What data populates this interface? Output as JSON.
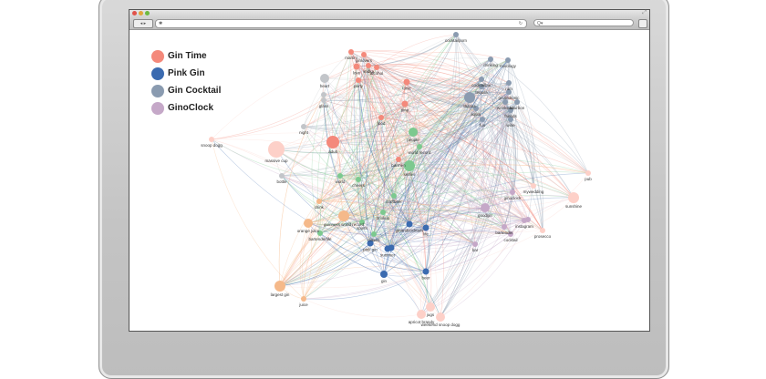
{
  "browser": {
    "url": "",
    "search_placeholder": "Q▾",
    "reload_icon": "reload-icon"
  },
  "legend": [
    {
      "label": "Gin Time",
      "color": "#f4897b"
    },
    {
      "label": "Pink Gin",
      "color": "#3b6bb0"
    },
    {
      "label": "Gin Cocktail",
      "color": "#8a9bb0"
    },
    {
      "label": "GinoClock",
      "color": "#c5a8c8"
    }
  ],
  "group_colors": {
    "gintime": "#f4897b",
    "pinkgin": "#3b6bb0",
    "cocktail": "#8a9bb0",
    "ginoclock": "#c5a8c8",
    "gray": "#c2c5c9",
    "green": "#7cc98f",
    "orange": "#f5b98a",
    "lightpink": "#fdd0c8"
  },
  "nodes": [
    {
      "label": "martini",
      "group": "gintime"
    },
    {
      "label": "ginlovers",
      "group": "gintime"
    },
    {
      "label": "love",
      "group": "gintime"
    },
    {
      "label": "vodka",
      "group": "gintime"
    },
    {
      "label": "alcohol",
      "group": "gintime"
    },
    {
      "label": "tonic",
      "group": "gintime"
    },
    {
      "label": "party",
      "group": "gintime"
    },
    {
      "label": "time",
      "group": "gintime"
    },
    {
      "label": "food",
      "group": "gintime"
    },
    {
      "label": "adult",
      "group": "gintime"
    },
    {
      "label": "barmen",
      "group": "gintime"
    },
    {
      "label": "cocktailporn",
      "group": "cocktail"
    },
    {
      "label": "drinking",
      "group": "cocktail"
    },
    {
      "label": "mixology",
      "group": "cocktail"
    },
    {
      "label": "cocktailbar",
      "group": "cocktail"
    },
    {
      "label": "tequila",
      "group": "cocktail"
    },
    {
      "label": "thanks",
      "group": "cocktail"
    },
    {
      "label": "liquor",
      "group": "cocktail"
    },
    {
      "label": "fun",
      "group": "cocktail"
    },
    {
      "label": "rum",
      "group": "cocktail"
    },
    {
      "label": "ginandtonic",
      "group": "cocktail"
    },
    {
      "label": "weekend",
      "group": "cocktail"
    },
    {
      "label": "bourbon",
      "group": "cocktail"
    },
    {
      "label": "friends",
      "group": "cocktail"
    },
    {
      "label": "wine",
      "group": "cocktail"
    },
    {
      "label": "heart",
      "group": "gray"
    },
    {
      "label": "",
      "group": "gray"
    },
    {
      "label": "glass",
      "group": "gray"
    },
    {
      "label": "night",
      "group": "gray"
    },
    {
      "label": "bottle",
      "group": "gray"
    },
    {
      "label": "people",
      "group": "green"
    },
    {
      "label": "world record",
      "group": "green"
    },
    {
      "label": "selfies",
      "group": "green"
    },
    {
      "label": "world",
      "group": "green"
    },
    {
      "label": "cheers",
      "group": "green"
    },
    {
      "label": "craftbeer",
      "group": "green"
    },
    {
      "label": "drinkup",
      "group": "green"
    },
    {
      "label": "spirits",
      "group": "green"
    },
    {
      "label": "bartenderlife",
      "group": "green"
    },
    {
      "label": "classic",
      "group": "green"
    },
    {
      "label": "drink",
      "group": "orange"
    },
    {
      "label": "orange juice",
      "group": "orange"
    },
    {
      "label": "guinness world record",
      "group": "orange"
    },
    {
      "label": "largest gin",
      "group": "orange"
    },
    {
      "label": "juice",
      "group": "orange"
    },
    {
      "label": "pink gin",
      "group": "pinkgin"
    },
    {
      "label": "ginandcocktails",
      "group": "pinkgin"
    },
    {
      "label": "life",
      "group": "pinkgin"
    },
    {
      "label": "summer",
      "group": "pinkgin"
    },
    {
      "label": "",
      "group": "pinkgin"
    },
    {
      "label": "gin",
      "group": "pinkgin"
    },
    {
      "label": "beer",
      "group": "pinkgin"
    },
    {
      "label": "ginoclock",
      "group": "ginoclock"
    },
    {
      "label": "goodgin",
      "group": "ginoclock"
    },
    {
      "label": "bartender",
      "group": "ginoclock"
    },
    {
      "label": "cocktail",
      "group": "ginoclock"
    },
    {
      "label": "instagram",
      "group": "ginoclock"
    },
    {
      "label": "",
      "group": "ginoclock"
    },
    {
      "label": "bar",
      "group": "ginoclock"
    },
    {
      "label": "pub",
      "group": "lightpink"
    },
    {
      "label": "mywedding",
      "group": "lightpink"
    },
    {
      "label": "sunshine",
      "group": "lightpink"
    },
    {
      "label": "prosecco",
      "group": "lightpink"
    },
    {
      "label": "snoop dogg",
      "group": "lightpink"
    },
    {
      "label": "massive cup",
      "group": "lightpink"
    },
    {
      "label": "jugs",
      "group": "lightpink"
    },
    {
      "label": "apricot brandy",
      "group": "lightpink"
    },
    {
      "label": "weekend snoop dogg",
      "group": "lightpink"
    }
  ]
}
